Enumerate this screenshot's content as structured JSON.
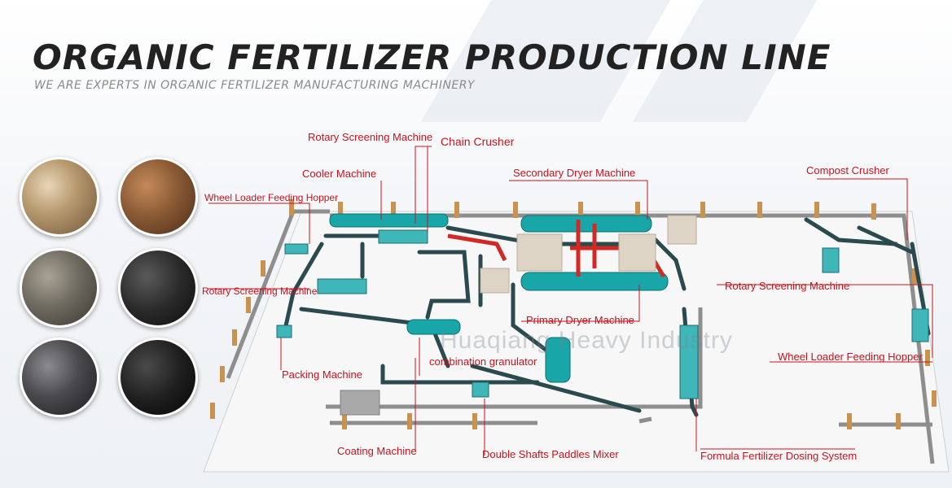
{
  "header": {
    "title": "ORGANIC FERTILIZER PRODUCTION LINE",
    "subtitle": "WE ARE EXPERTS IN ORGANIC FERTILIZER MANUFACTURING MACHINERY"
  },
  "watermark": "Huaqiang Heavy Industry",
  "colors": {
    "label": "#c8131d",
    "machine": "#19a6a8",
    "wall": "#8e8e8e",
    "post": "#c9924f"
  },
  "samples": [
    {
      "name": "light-brown-pellets",
      "color": "#b89a70"
    },
    {
      "name": "brown-pellets",
      "color": "#8a5a35"
    },
    {
      "name": "grey-pellets",
      "color": "#6f6a60"
    },
    {
      "name": "black-pellets",
      "color": "#2a2a2a"
    },
    {
      "name": "dark-grey-pellets",
      "color": "#4a4a4e"
    },
    {
      "name": "black-granules",
      "color": "#1f1f1f"
    }
  ],
  "labels": {
    "rotary_screening_top": "Rotary Screening Machine",
    "chain_crusher": "Chain Crusher",
    "cooler": "Cooler Machine",
    "secondary_dryer": "Secondary Dryer Machine",
    "compost_crusher": "Compost Crusher",
    "wheel_loader_left": "Wheel Loader Feeding Hopper",
    "rotary_screening_left": "Rotary Screening Machine",
    "rotary_screening_right": "Rotary Screening Machine",
    "primary_dryer": "Primary Dryer Machine",
    "wheel_loader_right": "Wheel Loader Feeding Hopper",
    "combination_granulator": "combination granulator",
    "packing": "Packing Machine",
    "coating": "Coating Machine",
    "paddles_mixer": "Double Shafts Paddles Mixer",
    "dosing_system": "Formula Fertilizer Dosing System"
  }
}
